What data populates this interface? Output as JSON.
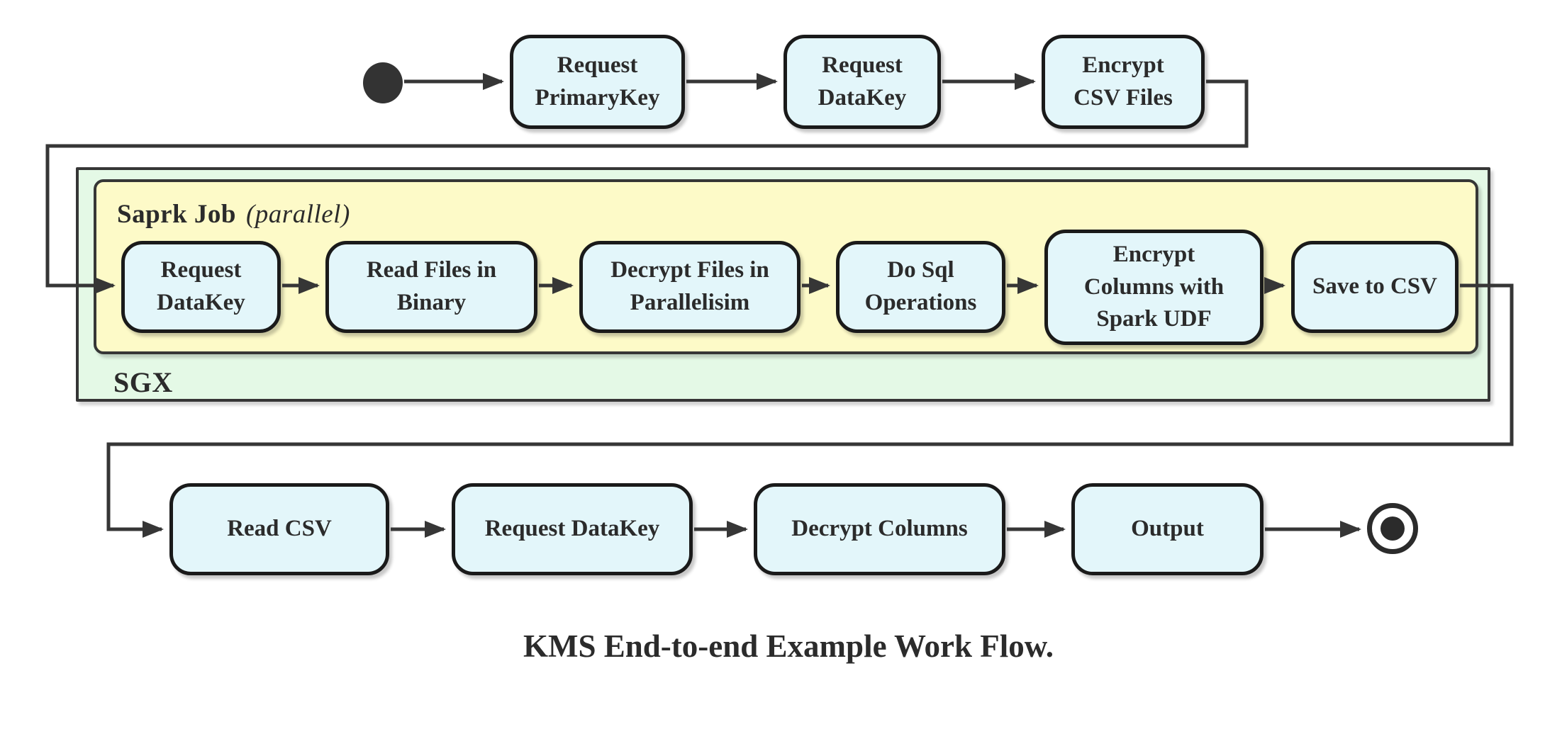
{
  "diagram": {
    "caption": "KMS End-to-end Example Work Flow.",
    "partitions": {
      "sgx": {
        "label": "SGX"
      },
      "spark_job": {
        "title": "Saprk Job",
        "qualifier": "(parallel)"
      }
    },
    "nodes": {
      "start": "initial-state",
      "end": "final-state",
      "top": [
        {
          "label": "Request\nPrimaryKey"
        },
        {
          "label": "Request\nDataKey"
        },
        {
          "label": "Encrypt\nCSV Files"
        }
      ],
      "middle": [
        {
          "label": "Request\nDataKey"
        },
        {
          "label": "Read Files in\nBinary"
        },
        {
          "label": "Decrypt Files in\nParallelisim"
        },
        {
          "label": "Do Sql\nOperations"
        },
        {
          "label": "Encrypt\nColumns with\nSpark UDF"
        },
        {
          "label": "Save to CSV"
        }
      ],
      "bottom": [
        {
          "label": "Read CSV"
        },
        {
          "label": "Request DataKey"
        },
        {
          "label": "Decrypt Columns"
        },
        {
          "label": "Output"
        }
      ]
    }
  },
  "colors": {
    "activity_fill": "#E3F6FA",
    "spark_fill": "#FDFAC8",
    "sgx_fill": "#E4F9E6",
    "node_border": "#1A1A1A",
    "edge": "#363636",
    "text": "#2B2B2B"
  }
}
